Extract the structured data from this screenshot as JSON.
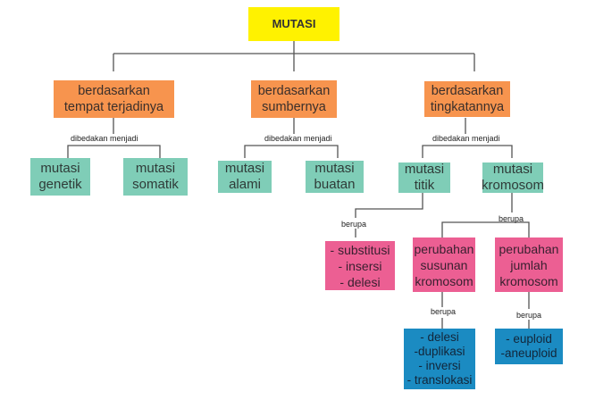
{
  "root": "MUTASI",
  "connector_labels": {
    "distinguished": "dibedakan menjadi",
    "form": "berupa"
  },
  "categories": [
    {
      "label_lines": [
        "berdasarkan",
        "tempat terjadinya"
      ],
      "children": [
        {
          "lines": [
            "mutasi",
            "genetik"
          ]
        },
        {
          "lines": [
            "mutasi",
            "somatik"
          ]
        }
      ]
    },
    {
      "label_lines": [
        "berdasarkan",
        "sumbernya"
      ],
      "children": [
        {
          "lines": [
            "mutasi",
            "alami"
          ]
        },
        {
          "lines": [
            "mutasi",
            "buatan"
          ]
        }
      ]
    },
    {
      "label_lines": [
        "berdasarkan",
        "tingkatannya"
      ],
      "children": [
        {
          "lines": [
            "mutasi",
            "titik"
          ],
          "forms": [
            "- substitusi",
            "- insersi",
            "- delesi"
          ]
        },
        {
          "lines": [
            "mutasi",
            "kromosom"
          ],
          "forms": [
            {
              "lines": [
                "perubahan",
                "susunan",
                "kromosom"
              ],
              "items": [
                "- delesi",
                "-duplikasi",
                "- inversi",
                "- translokasi"
              ]
            },
            {
              "lines": [
                "perubahan",
                "jumlah",
                "kromosom"
              ],
              "items": [
                "- euploid",
                "-aneuploid"
              ]
            }
          ]
        }
      ]
    }
  ],
  "colors": {
    "root": "#fff200",
    "category": "#f7944e",
    "type": "#7fcdb7",
    "form": "#ec5f93",
    "detail": "#1b8bc2"
  }
}
